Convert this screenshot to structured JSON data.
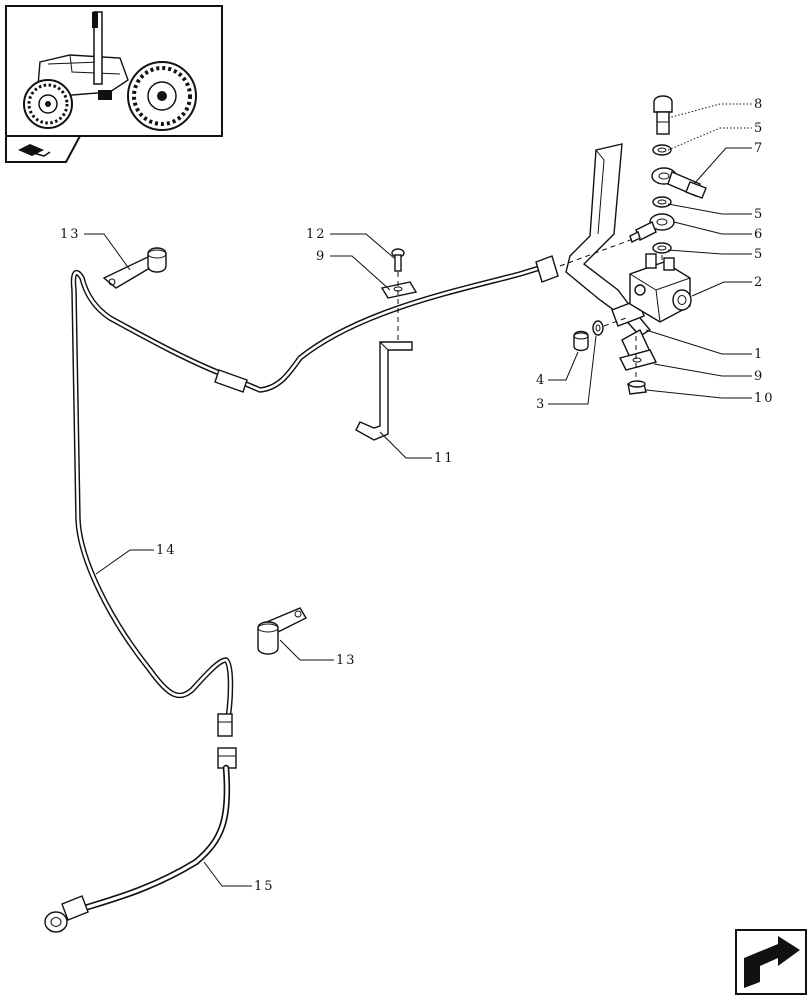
{
  "callouts": {
    "c1": "1",
    "c2": "2",
    "c3": "3",
    "c4": "4",
    "c5a": "5",
    "c5b": "5",
    "c5c": "5",
    "c6": "6",
    "c7": "7",
    "c8": "8",
    "c9a": "9",
    "c9b": "9",
    "c10": "10",
    "c11": "11",
    "c12": "12",
    "c13a": "13",
    "c13b": "13",
    "c14": "14",
    "c15": "15"
  },
  "icons": {
    "thumbnail": "tractor-thumbnail-icon",
    "section": "section-marker-icon",
    "nav": "next-page-arrow-icon"
  }
}
